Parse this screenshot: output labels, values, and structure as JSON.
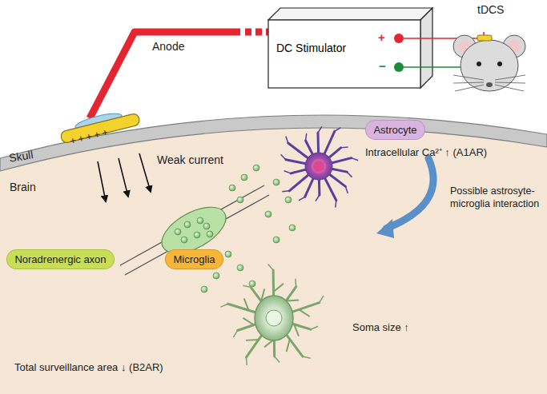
{
  "diagram": {
    "nodes": [
      {
        "text": [
          "DC Stimulator"
        ]
      },
      {
        "text": [
          "Noradrenergic axon"
        ]
      },
      {
        "text": [
          "Astrocyte"
        ]
      },
      {
        "text": [
          "Microglia"
        ]
      }
    ],
    "labels": [
      "tDCS",
      "+",
      "−",
      "Anode",
      "+ + + + +",
      "Skull",
      "Brain",
      "Weak current",
      "Intracellular Ca²⁺ ↑ (A1AR)",
      "Possible astrosyte-microglia interaction",
      "Soma size ↑",
      "Total surveillance area ↓ (B2AR)"
    ]
  }
}
